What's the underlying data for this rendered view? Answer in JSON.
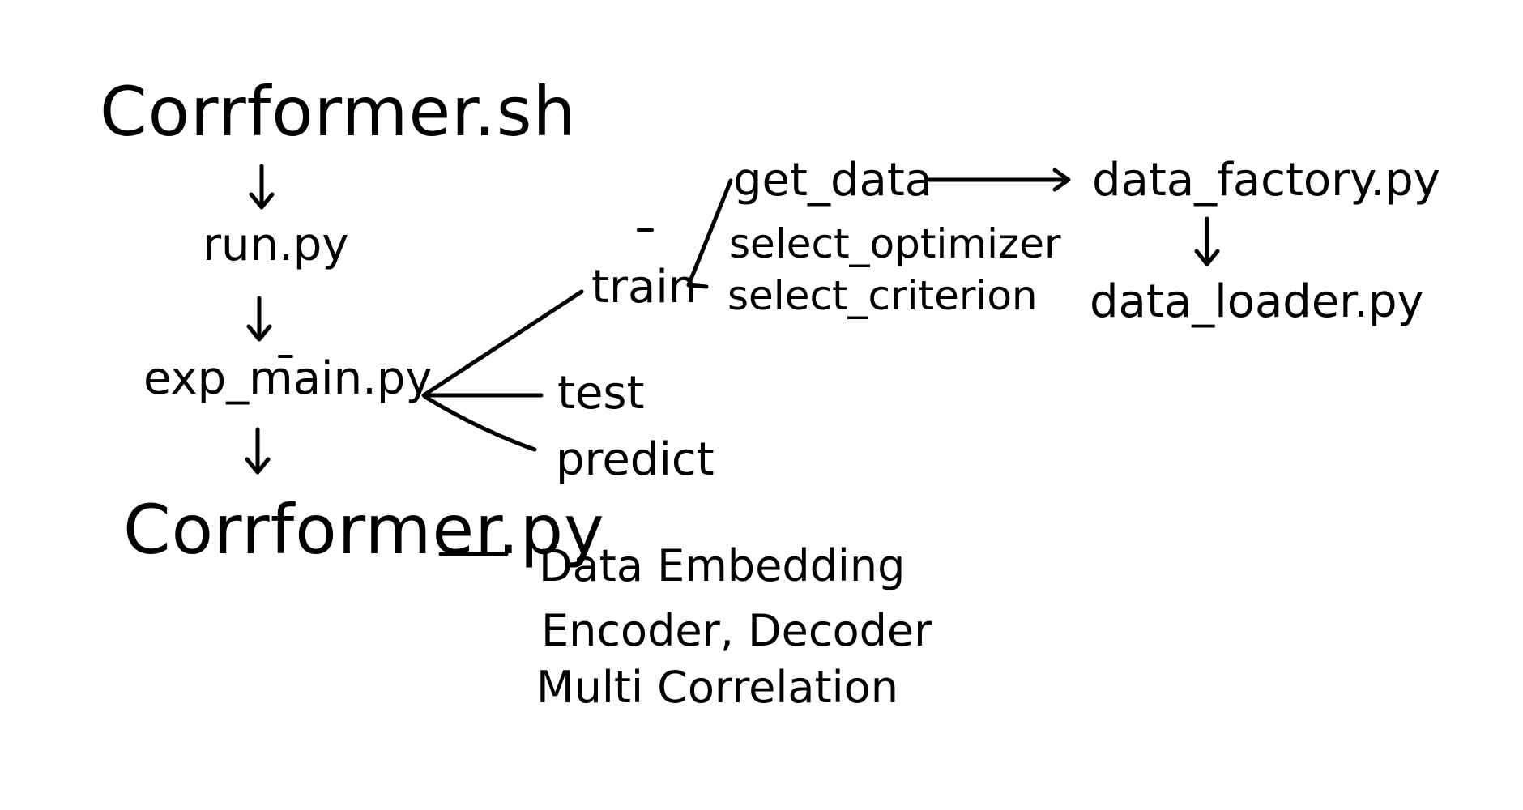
{
  "nodes": {
    "corrformer_sh": "Corrformer.sh",
    "run_py": "run.py",
    "exp_main_py": "exp_main.py",
    "corrformer_py": "Corrformer.py",
    "train": "train",
    "test": "test",
    "predict": "predict",
    "get_data": "get_data",
    "select_optimizer": "select_optimizer",
    "select_criterion": "select_criterion",
    "data_factory_py": "data_factory.py",
    "data_loader_py": "data_loader.py",
    "data_embedding": "Data Embedding",
    "encoder_decoder": "Encoder, Decoder",
    "multi_correlation": "Multi Correlation"
  },
  "colors": {
    "ink": "#000000",
    "background": "#ffffff"
  }
}
